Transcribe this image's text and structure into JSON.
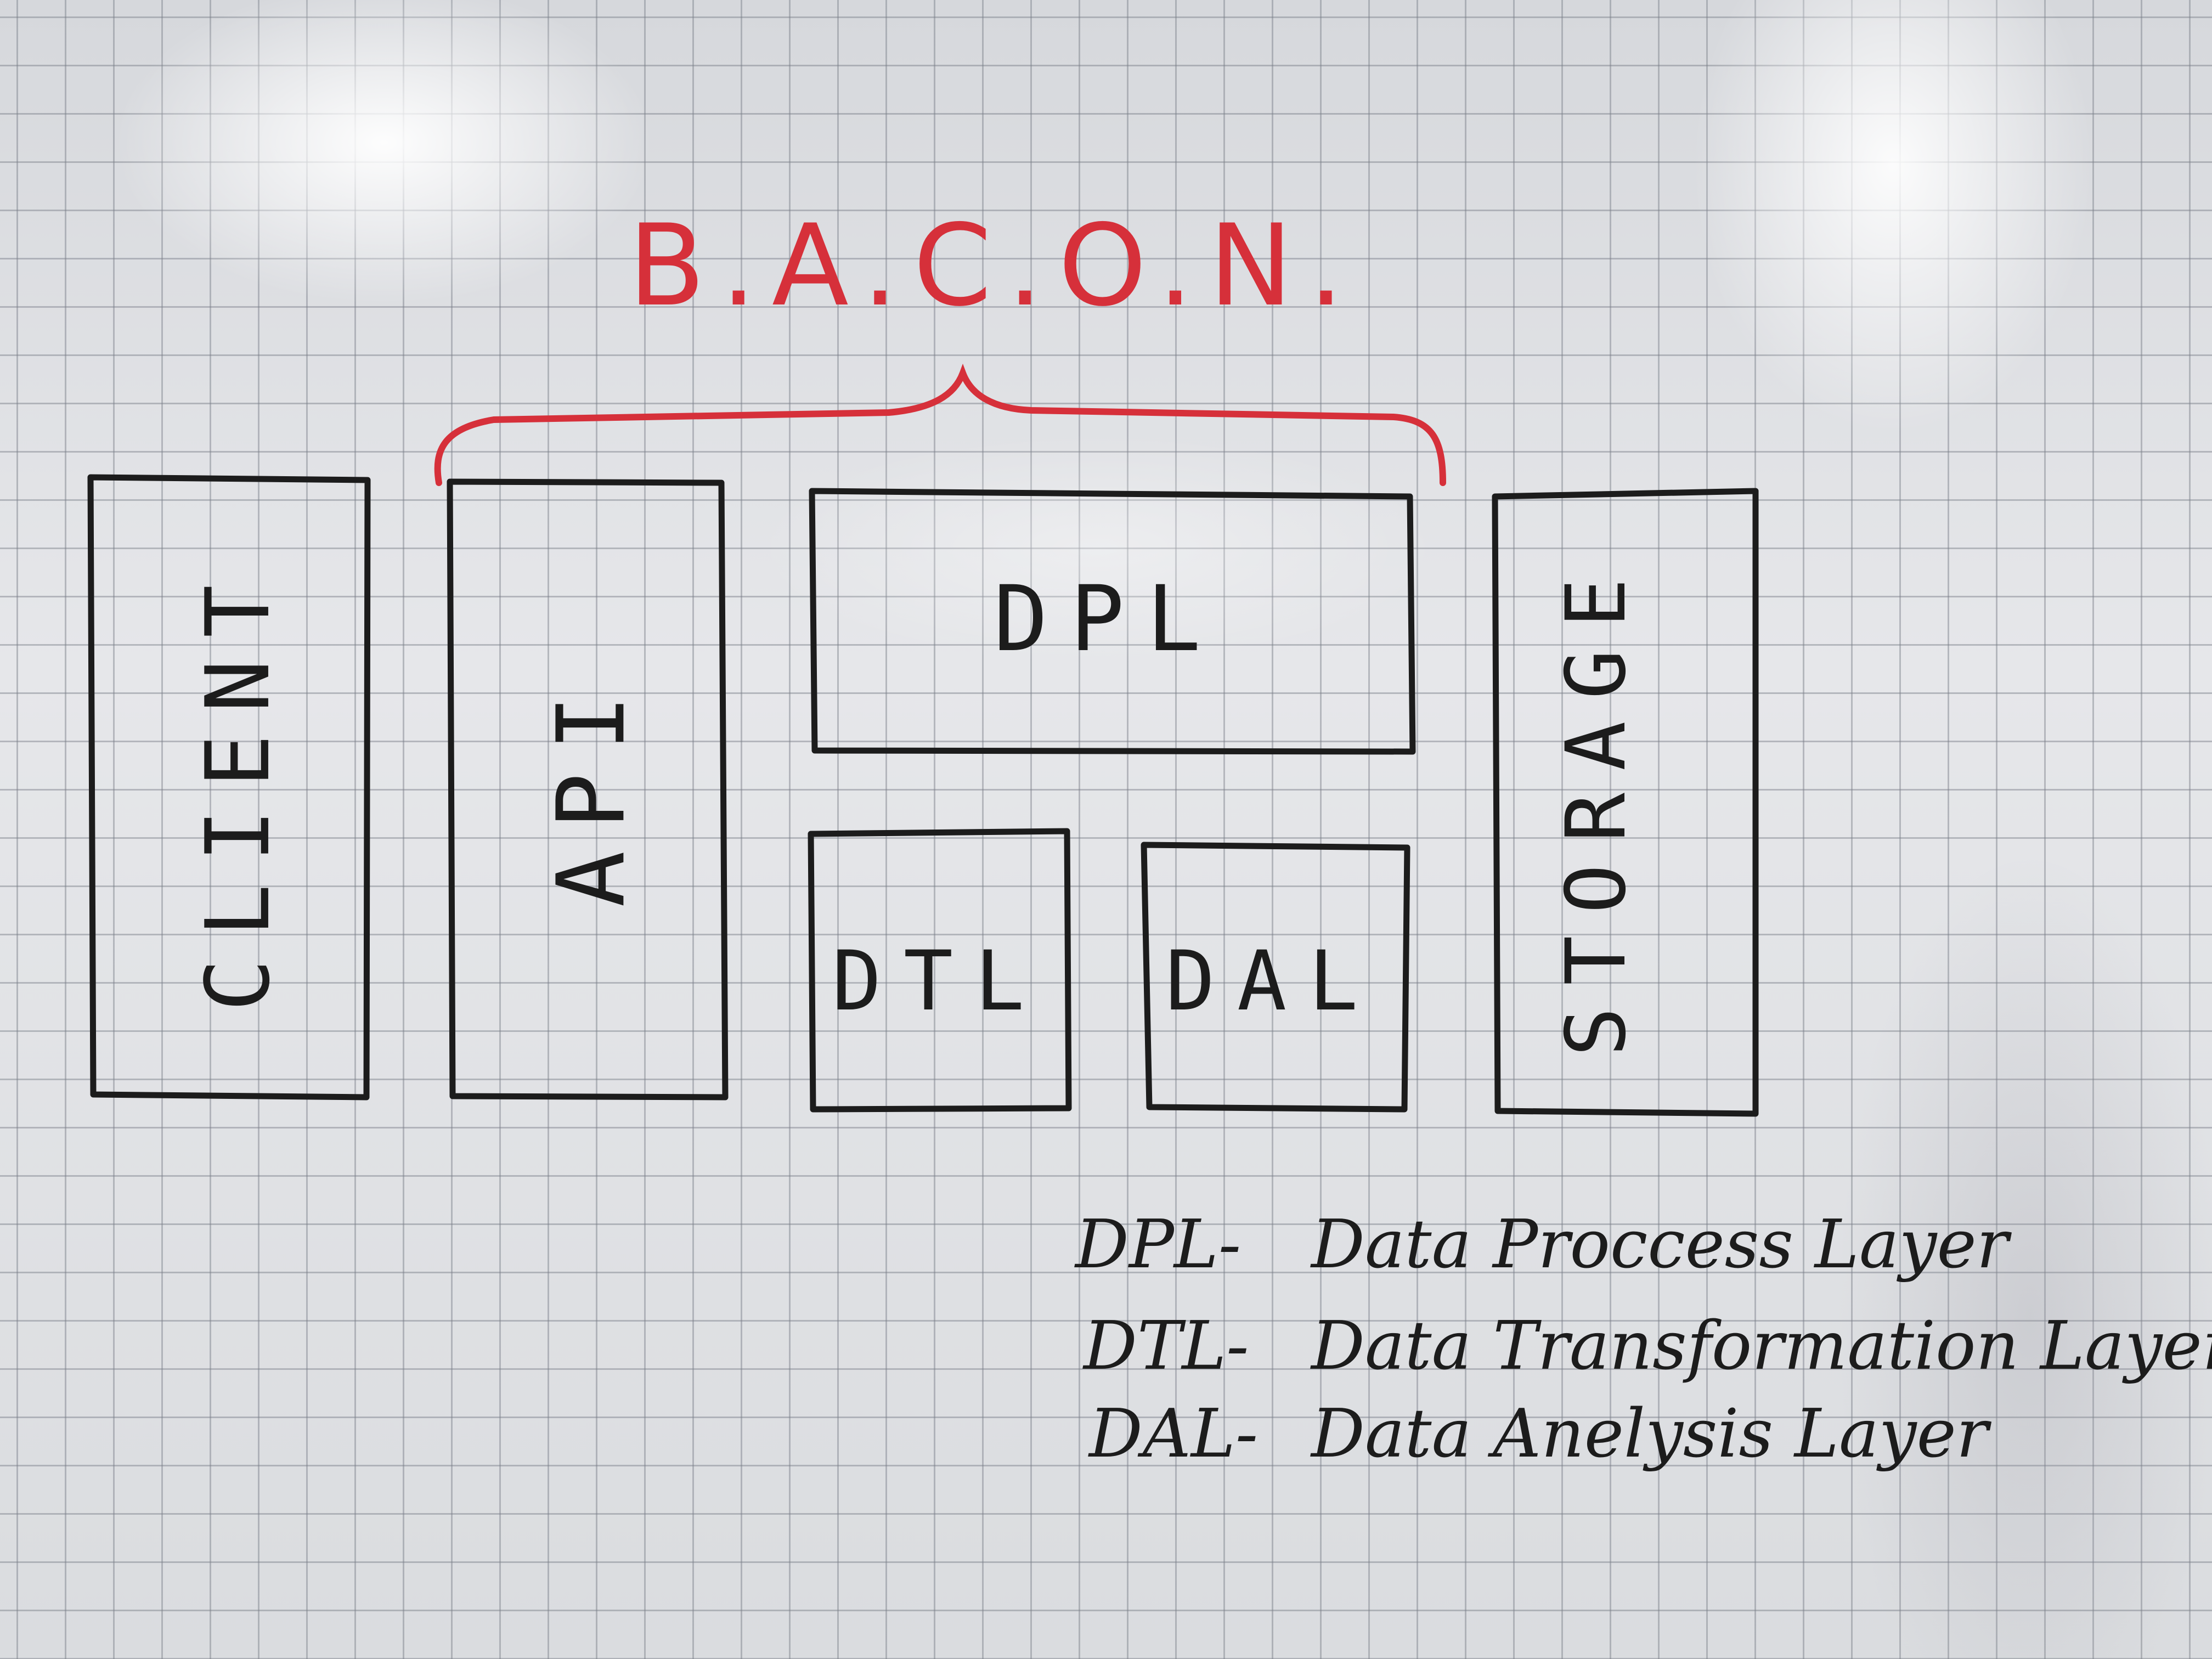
{
  "title": "B.A.C.O.N.",
  "boxes": {
    "client": "CLIENT",
    "api": "API",
    "dpl": "DPL",
    "dtl": "DTL",
    "dal": "DAL",
    "storage": "STORAGE"
  },
  "legend": [
    {
      "abbr": "DPL-",
      "text": "Data Proccess Layer"
    },
    {
      "abbr": "DTL-",
      "text": "Data Transformation Layer-"
    },
    {
      "abbr": "DAL-",
      "text": "Data Anelysis Layer"
    }
  ],
  "colors": {
    "ink": "#1c1c1c",
    "red_marker": "#d6303a"
  }
}
